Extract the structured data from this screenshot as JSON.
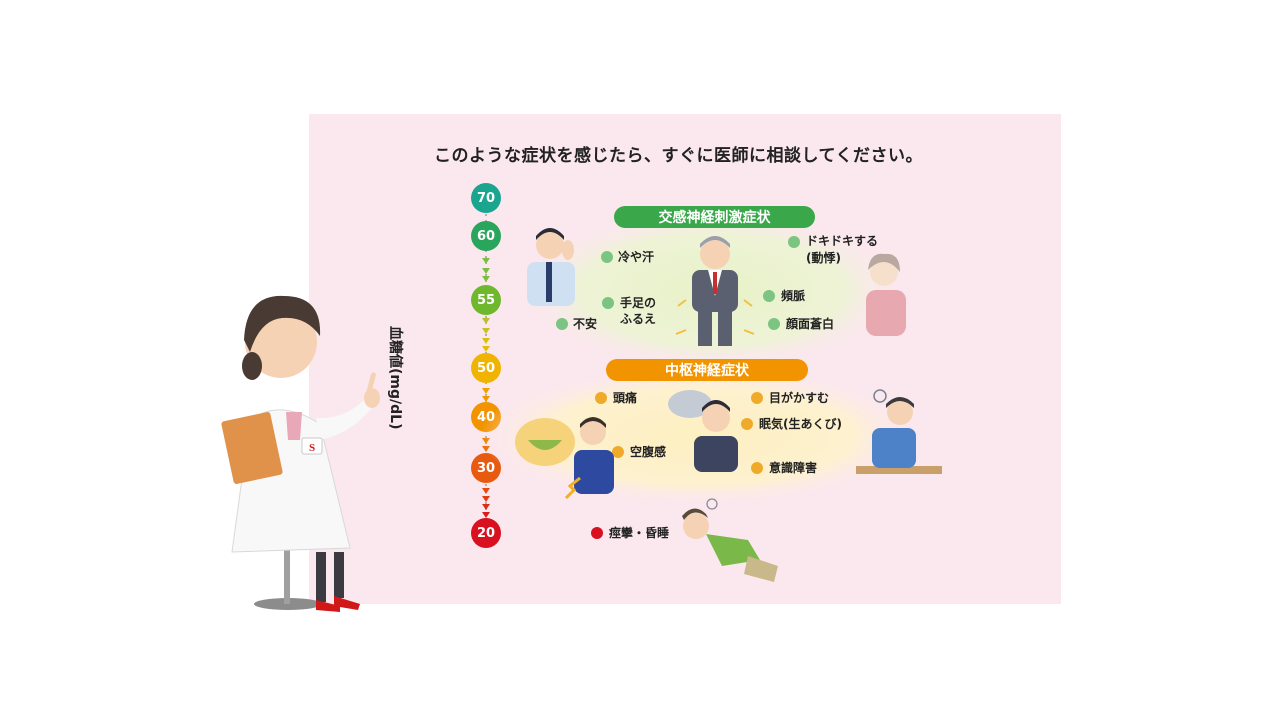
{
  "title": "このような症状を感じたら、すぐに医師に相談してください。",
  "axis": {
    "label": "血糖値(mg/dL)",
    "ticks": [
      {
        "value": "70",
        "color": "#1aa58f"
      },
      {
        "value": "60",
        "color": "#2aa55c"
      },
      {
        "value": "55",
        "color": "#6fb82e"
      },
      {
        "value": "50",
        "color": "#f0b400"
      },
      {
        "value": "40",
        "color": "#f29400"
      },
      {
        "value": "30",
        "color": "#e85a10"
      },
      {
        "value": "20",
        "color": "#d8101f"
      }
    ]
  },
  "sympathetic": {
    "header": "交感神経刺激症状",
    "color": "#3aa84a",
    "dot_color": "#7cc482",
    "symptoms": {
      "cold_sweat": "冷や汗",
      "tremor_1": "手足の",
      "tremor_2": "ふるえ",
      "anxiety": "不安",
      "palpitation_1": "ドキドキする",
      "palpitation_2": "(動悸)",
      "tachycardia": "頻脈",
      "pallor": "顔面蒼白"
    }
  },
  "central": {
    "header": "中枢神経症状",
    "color": "#f29400",
    "dot_color": "#f0aa2a",
    "symptoms": {
      "headache": "頭痛",
      "blurred_vision": "目がかすむ",
      "drowsiness": "眠気(生あくび)",
      "hunger": "空腹感",
      "consciousness": "意識障害"
    }
  },
  "severe": {
    "dot_color": "#d8101f",
    "label": "痙攣・昏睡"
  },
  "doctor_badge": "S"
}
